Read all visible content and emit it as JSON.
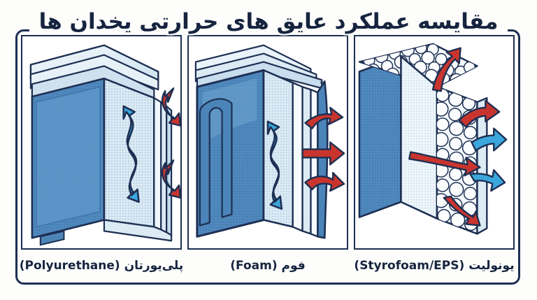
{
  "poster": {
    "title": "مقایسه عملکرد عایق های حرارتی یخدان ها",
    "background_color": "#fdfdfb",
    "frame_color": "#1d2f52"
  },
  "colors": {
    "navy_outline": "#1d2f52",
    "navy_dark": "#16243f",
    "body_blue": "#5089be",
    "body_blue_dark": "#3f74a6",
    "insulation_light": "#dceaf4",
    "insulation_pale": "#eef6fb",
    "bead_white": "#f4fafd",
    "heat_red": "#c9352e",
    "cold_blue": "#3ba7dc",
    "panel_bg": "#ffffff"
  },
  "panels": [
    {
      "id": "polyurethane",
      "caption": "پلی‌یورتان (Polyurethane)",
      "subject": "rigid-cooler-box",
      "inner_arrow": {
        "color": "cold_blue",
        "shape": "zigzag-vertical",
        "meaning": "heat-blocked-inside"
      },
      "outer_arrows": {
        "color": "heat_red",
        "count": 2,
        "shape": "deflected-hook",
        "meaning": "heat-deflected"
      }
    },
    {
      "id": "foam",
      "caption": "فوم (Foam)",
      "subject": "soft-cooler-bag",
      "inner_arrow": {
        "color": "cold_blue",
        "shape": "zigzag-vertical",
        "meaning": "heat-slowed-inside"
      },
      "outer_arrows": {
        "color": "heat_red",
        "count": 3,
        "shape": "straight-inward",
        "meaning": "heat-entering"
      }
    },
    {
      "id": "styrofoam-eps",
      "caption": "یونولیت (Styrofoam/EPS)",
      "subject": "eps-bead-panel",
      "inner_arrow": {
        "color": "heat_red",
        "count": 4,
        "shape": "passing-through",
        "meaning": "heat-penetrating"
      },
      "outer_arrows": {
        "color": "cold_blue",
        "count": 2,
        "shape": "straight-outward",
        "meaning": "cold-escaping"
      }
    }
  ]
}
